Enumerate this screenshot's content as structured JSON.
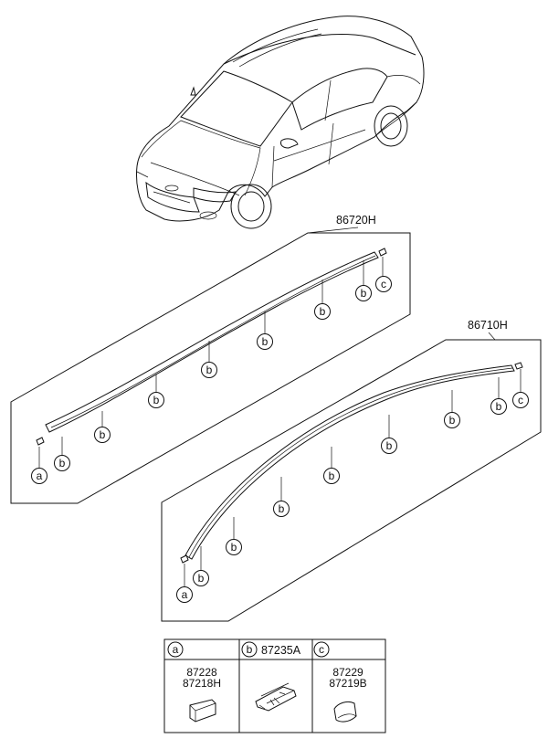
{
  "assembly_upper": {
    "part_number": "86720H"
  },
  "assembly_lower": {
    "part_number": "86710H"
  },
  "callouts": {
    "a": "a",
    "b": "b",
    "c": "c"
  },
  "legend": {
    "cell_a": {
      "key": "a",
      "numbers": [
        "87228",
        "87218H"
      ]
    },
    "cell_b": {
      "key": "b",
      "number": "87235A"
    },
    "cell_c": {
      "key": "c",
      "numbers": [
        "87229",
        "87219B"
      ]
    }
  }
}
